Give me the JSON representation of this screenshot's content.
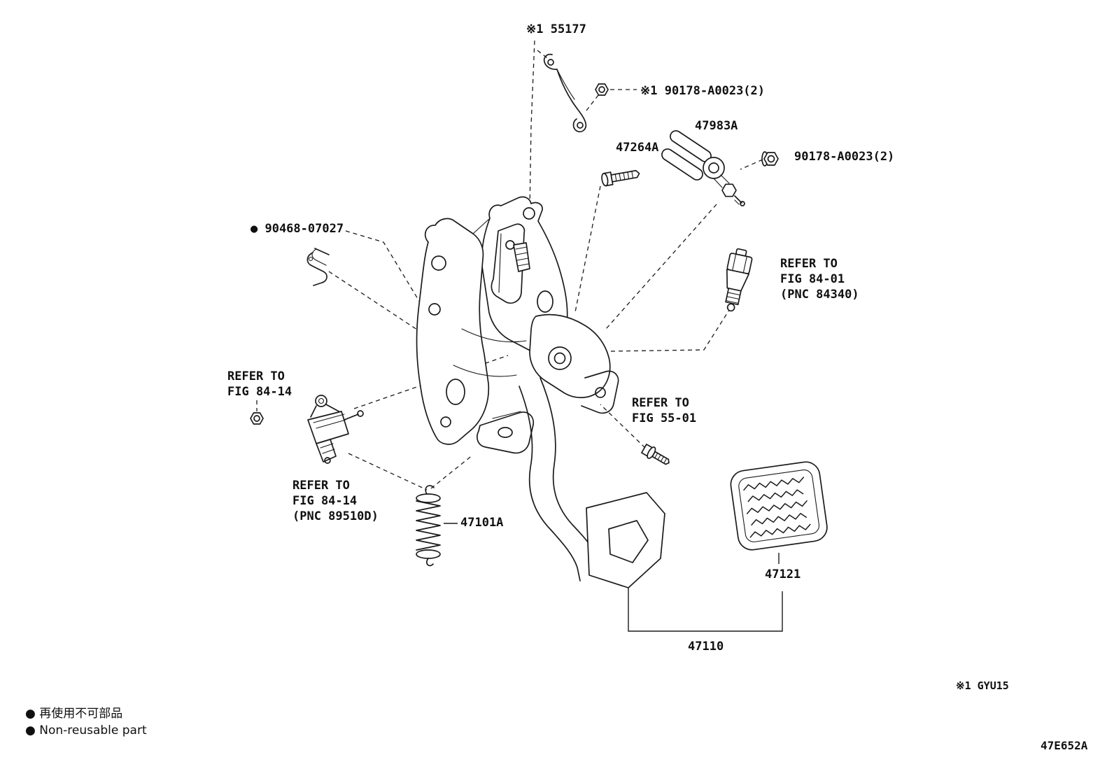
{
  "colors": {
    "ink": "#1b1b1b",
    "background": "#ffffff"
  },
  "labels": {
    "p55177": "※1 55177",
    "nut_top": "※1 90178-A0023(2)",
    "p47983a": "47983A",
    "p47264a": "47264A",
    "nut_right": "90178-A0023(2)",
    "p90468": "● 90468-07027",
    "refer_fig_84_01": "REFER TO\nFIG 84-01\n(PNC 84340)",
    "refer_fig_84_14": "REFER TO\nFIG 84-14",
    "refer_fig_55_01": "REFER TO\nFIG 55-01",
    "refer_fig_84_14_pnc": "REFER TO\nFIG 84-14\n(PNC 89510D)",
    "p47101a": "47101A",
    "p47121": "47121",
    "p47110": "47110"
  },
  "notes": {
    "variant": "※1 GYU15",
    "footnote_jp": "● 再使用不可部品",
    "footnote_en": "● Non-reusable part",
    "figure_code": "47E652A"
  }
}
